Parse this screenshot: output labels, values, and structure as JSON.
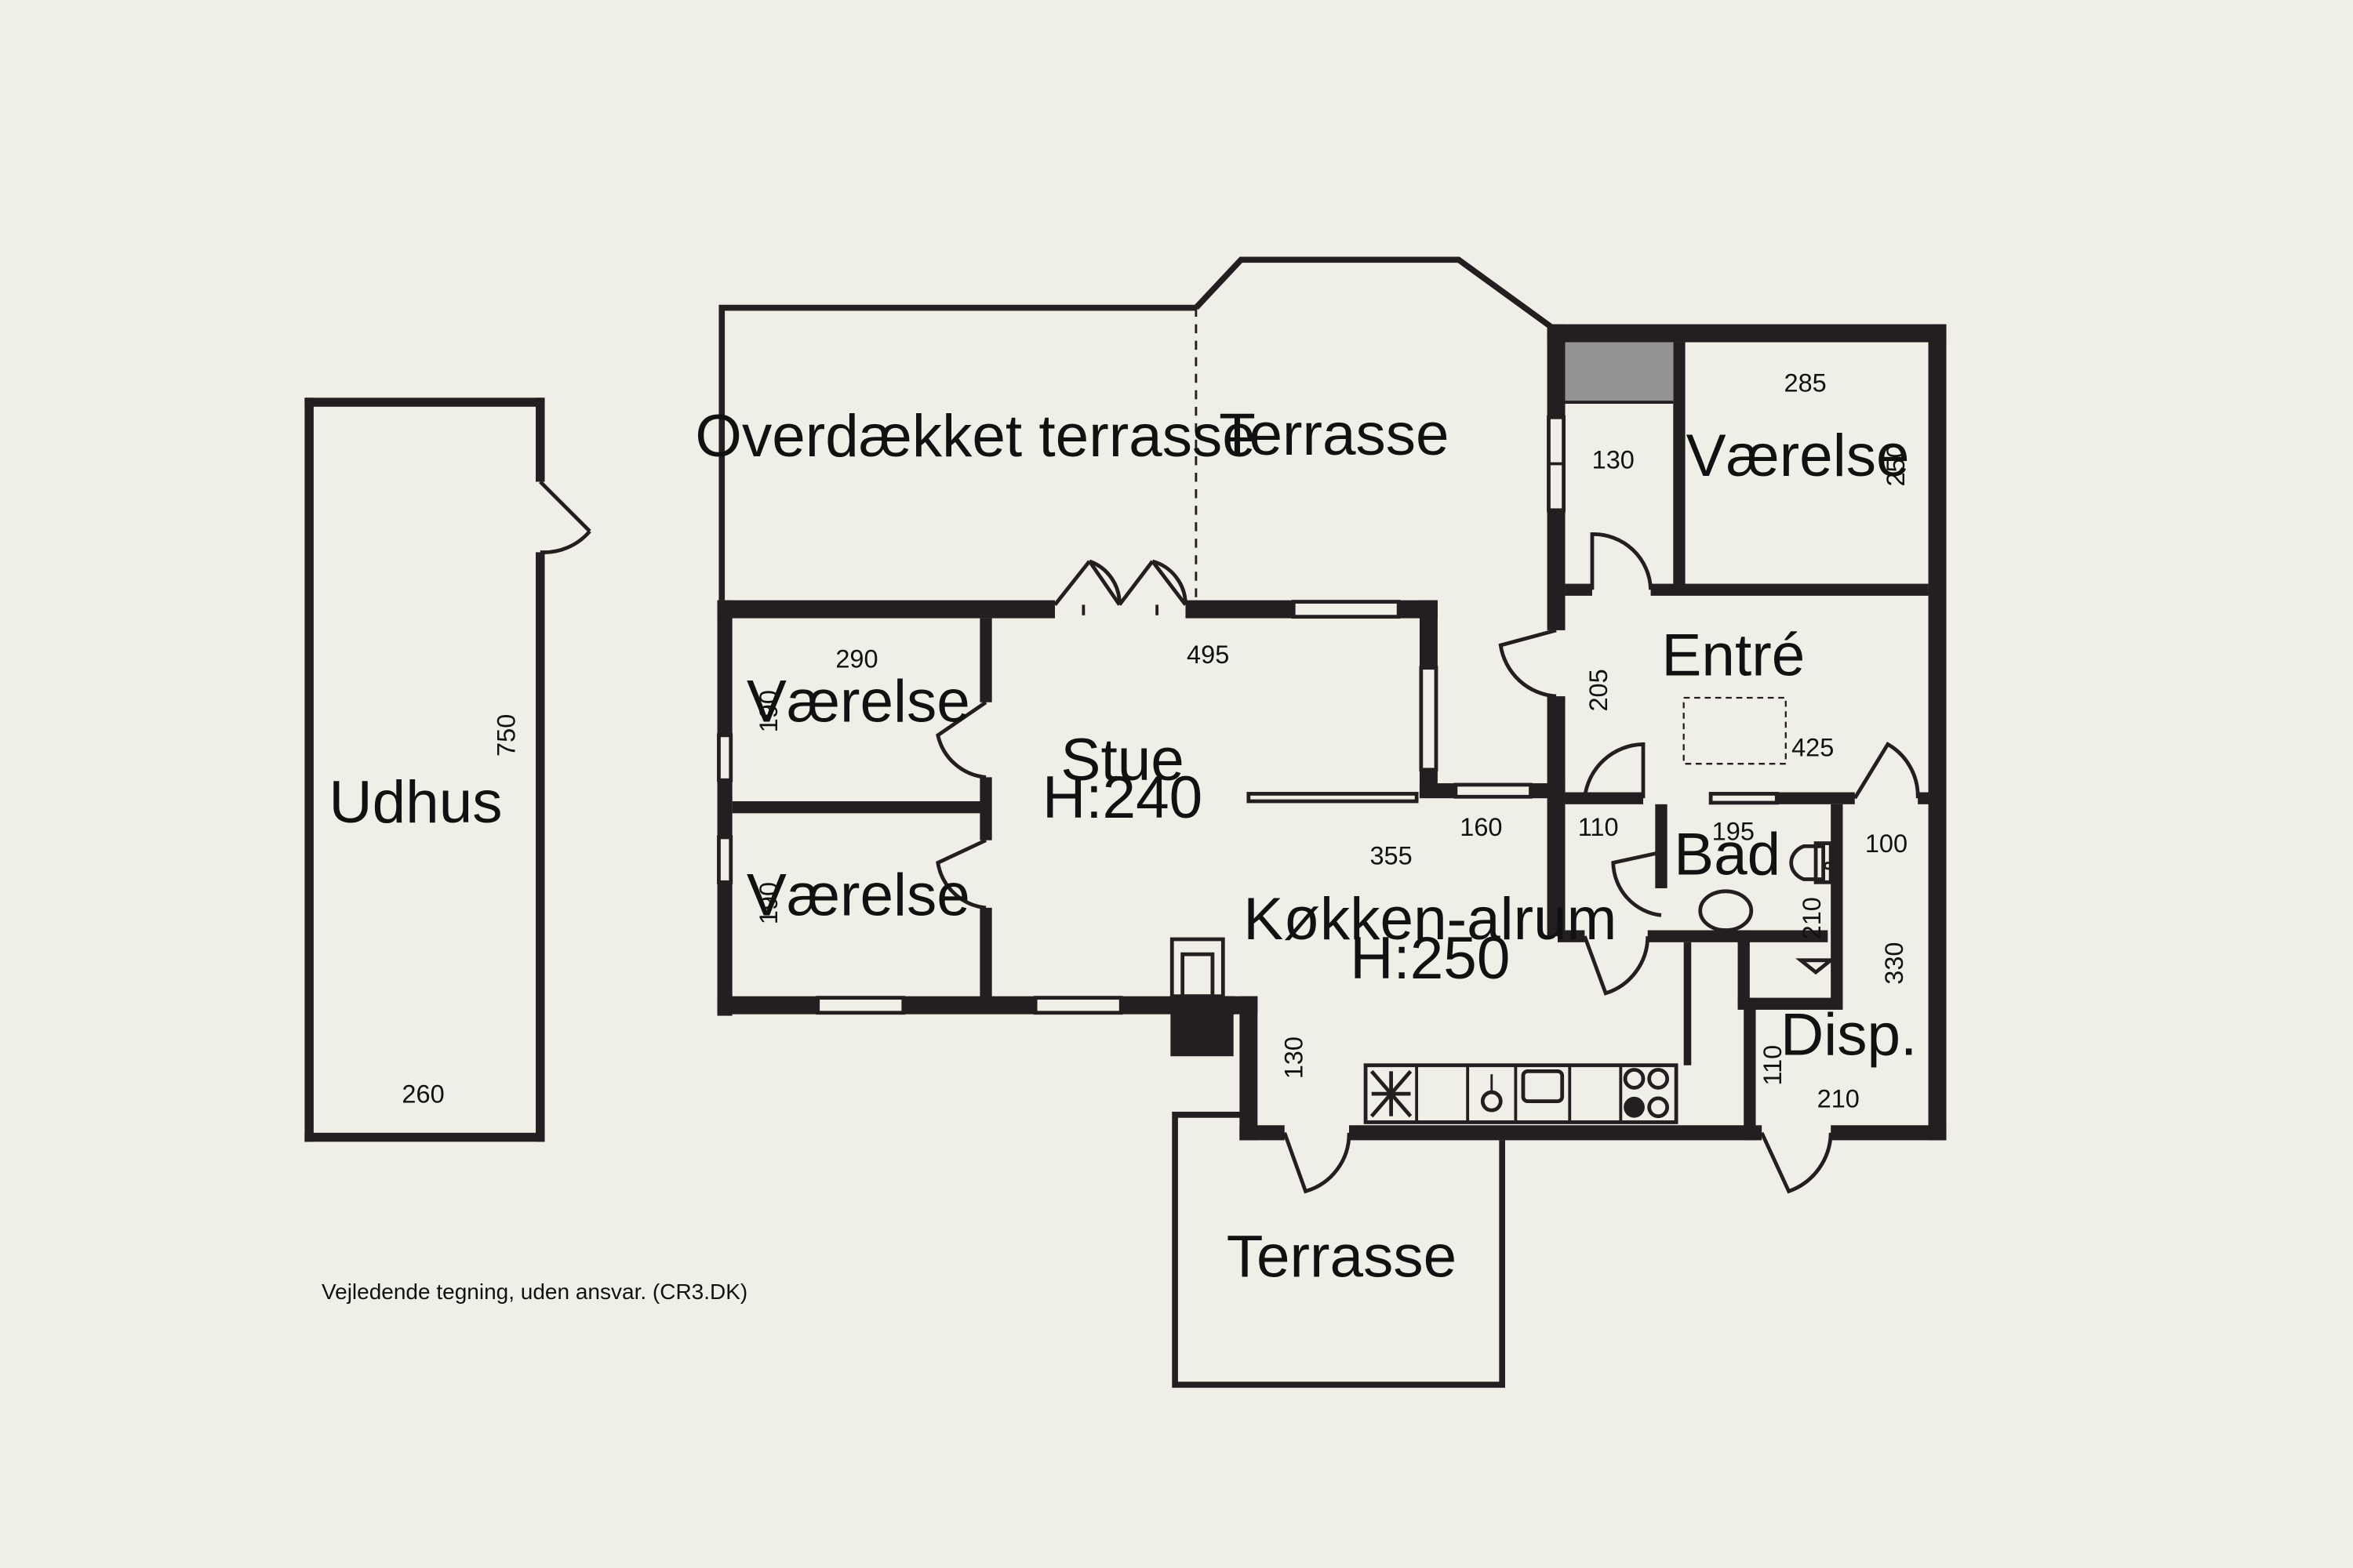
{
  "colors": {
    "background": "#f0efe7",
    "wall": "#231f20",
    "shaft": "#939393"
  },
  "rooms": {
    "udhus": "Udhus",
    "overdaekket_terrasse": "Overdækket terrasse",
    "terrasse_north": "Terrasse",
    "vaerelse_ne": "Værelse",
    "entre": "Entré",
    "vaerelse_w1": "Værelse",
    "vaerelse_w2": "Værelse",
    "stue": "Stue",
    "stue_height": "H:240",
    "bad": "Bad",
    "koekken": "Køkken-alrum",
    "koekken_height": "H:250",
    "disp": "Disp.",
    "terrasse_south": "Terrasse"
  },
  "dimensions": {
    "udhus_length": "750",
    "udhus_width": "260",
    "closet_130": "130",
    "vaerelse_ne_width": "285",
    "vaerelse_ne_depth": "250",
    "entre_depth": "205",
    "entre_width": "425",
    "vaerelse_w1_width": "290",
    "vaerelse_w1_depth": "190",
    "vaerelse_w2_depth": "190",
    "stue_width": "495",
    "koekken_width": "355",
    "koekken_160": "160",
    "koekken_130": "130",
    "hall_110": "110",
    "bad_width": "195",
    "bad_depth": "210",
    "disp_100": "100",
    "disp_330": "330",
    "disp_110": "110",
    "disp_210": "210"
  },
  "footer": {
    "disclaimer": "Vejledende tegning, uden ansvar. (CR3.DK)"
  }
}
